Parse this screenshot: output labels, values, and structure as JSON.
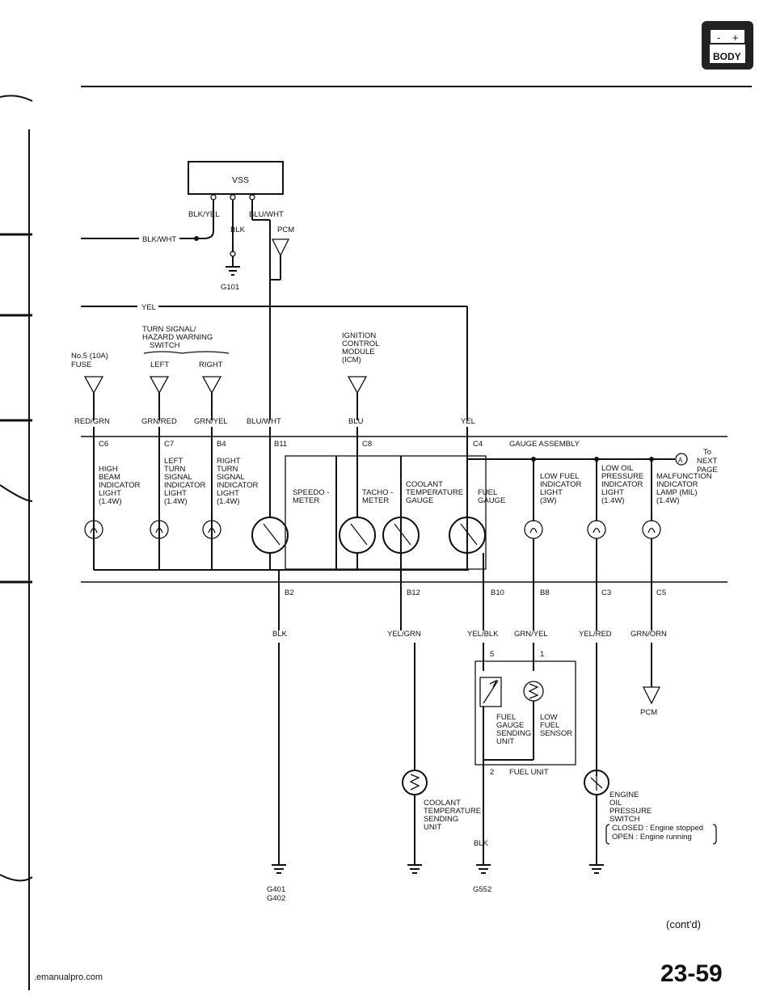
{
  "badge": {
    "minus": "-",
    "plus": "+",
    "label": "BODY"
  },
  "top": {
    "vss": "VSS",
    "blk_yel": "BLK/YEL",
    "blu_wht_a": "BLU/WHT",
    "blk_wht": "BLK/WHT",
    "blk_a": "BLK",
    "pcm_a": "PCM",
    "g101": "G101",
    "yel_a": "YEL"
  },
  "sources": {
    "fuse_l1": "No.5 (10A)",
    "fuse_l2": "FUSE",
    "turn_l1": "TURN SIGNAL/",
    "turn_l2": "HAZARD WARNING",
    "turn_l3": "SWITCH",
    "left": "LEFT",
    "right": "RIGHT",
    "icm_l1": "IGNITION",
    "icm_l2": "CONTROL",
    "icm_l3": "MODULE",
    "icm_l4": "(ICM)"
  },
  "wires_top": {
    "red_grn": "RED/GRN",
    "grn_red": "GRN/RED",
    "grn_yel": "GRN/YEL",
    "blu_wht": "BLU/WHT",
    "blu": "BLU",
    "yel": "YEL"
  },
  "pins_top": {
    "c6": "C6",
    "c7": "C7",
    "b4": "B4",
    "b11": "B11",
    "c8": "C8",
    "c4": "C4"
  },
  "gauge_assembly": "GAUGE ASSEMBLY",
  "to_next": {
    "l1": "To",
    "l2": "NEXT",
    "l3": "PAGE",
    "marker": "A"
  },
  "lamps": {
    "high_beam": [
      "HIGH",
      "BEAM",
      "INDICATOR",
      "LIGHT",
      "(1.4W)"
    ],
    "left_turn": [
      "LEFT",
      "TURN",
      "SIGNAL",
      "INDICATOR",
      "LIGHT",
      "(1.4W)"
    ],
    "right_turn": [
      "RIGHT",
      "TURN",
      "SIGNAL",
      "INDICATOR",
      "LIGHT",
      "(1.4W)"
    ],
    "speedo": [
      "SPEEDO -",
      "METER"
    ],
    "tacho": [
      "TACHO -",
      "METER"
    ],
    "coolant": [
      "COOLANT",
      "TEMPERATURE",
      "GAUGE"
    ],
    "fuel": [
      "FUEL",
      "GAUGE"
    ],
    "low_fuel": [
      "LOW FUEL",
      "INDICATOR",
      "LIGHT",
      "(3W)"
    ],
    "low_oil": [
      "LOW OIL",
      "PRESSURE",
      "INDICATOR",
      "LIGHT",
      "(1.4W)"
    ],
    "mil": [
      "MALFUNCTION",
      "INDICATOR",
      "LAMP (MIL)",
      "(1.4W)"
    ]
  },
  "pins_bottom": {
    "b2": "B2",
    "b12": "B12",
    "b10": "B10",
    "b8": "B8",
    "c3": "C3",
    "c5": "C5"
  },
  "wires_bottom": {
    "blk": "BLK",
    "yel_grn": "YEL/GRN",
    "yel_blk": "YEL/BLK",
    "grn_yel": "GRN/YEL",
    "yel_red": "YEL/RED",
    "grn_orn": "GRN/ORN",
    "blk_b": "BLK"
  },
  "fuel_unit": {
    "pin5": "5",
    "pin1": "1",
    "pin2": "2",
    "sending": [
      "FUEL",
      "GAUGE",
      "SENDING",
      "UNIT"
    ],
    "sensor": [
      "LOW",
      "FUEL",
      "SENSOR"
    ],
    "label": "FUEL UNIT"
  },
  "pcm_b": "PCM",
  "coolant_sender": [
    "COOLANT",
    "TEMPERATURE",
    "SENDING",
    "UNIT"
  ],
  "oil_switch": {
    "l1": "ENGINE",
    "l2": "OIL",
    "l3": "PRESSURE",
    "l4": "SWITCH",
    "closed": "CLOSED : Engine stopped",
    "open": "OPEN   : Engine running"
  },
  "grounds": {
    "g401": "G401",
    "g402": "G402",
    "g552": "G552"
  },
  "footer": {
    "contd": "(cont'd)",
    "page": "23-59",
    "url": ".emanualpro.com"
  }
}
